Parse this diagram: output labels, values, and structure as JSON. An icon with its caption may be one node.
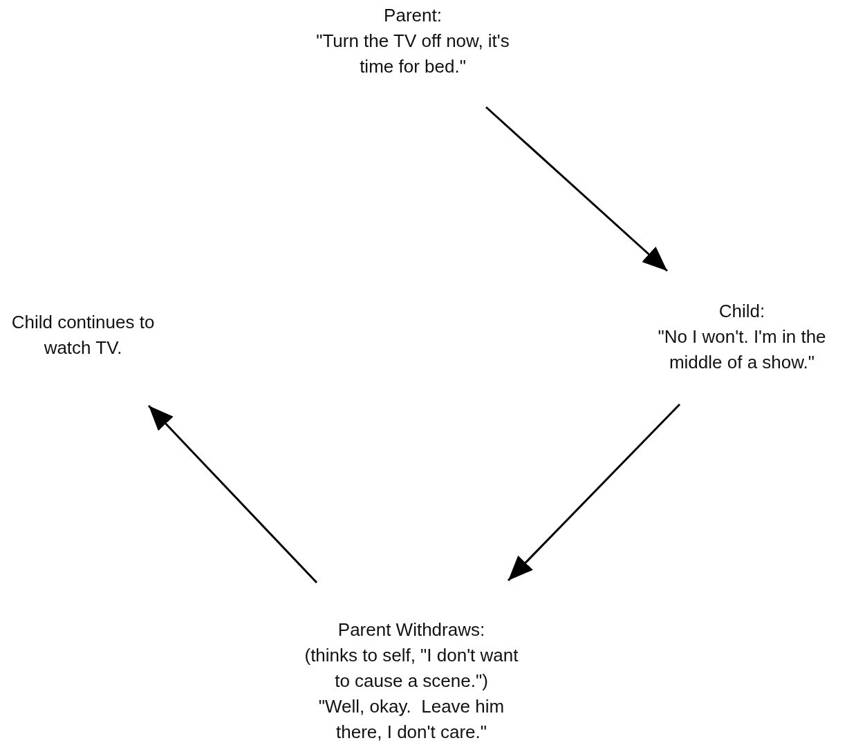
{
  "diagram": {
    "nodes": [
      {
        "text": [
          "Parent:",
          "\"Turn the TV off now, it's time for bed.\""
        ]
      },
      {
        "text": [
          "Child:",
          "\"No I won't. I'm in the middle of a show.\""
        ]
      },
      {
        "text": [
          "Parent Withdraws:",
          "(thinks to self, \"I don't want to cause a scene.\")",
          "\"Well, okay.  Leave him there, I don't care.\""
        ]
      },
      {
        "text": [
          "Child continues to watch TV."
        ]
      }
    ],
    "edges": [
      {
        "from": 0,
        "to": 1,
        "arrow": "to"
      },
      {
        "from": 1,
        "to": 2,
        "arrow": "to"
      },
      {
        "from": 2,
        "to": 3,
        "arrow": "to"
      }
    ]
  }
}
